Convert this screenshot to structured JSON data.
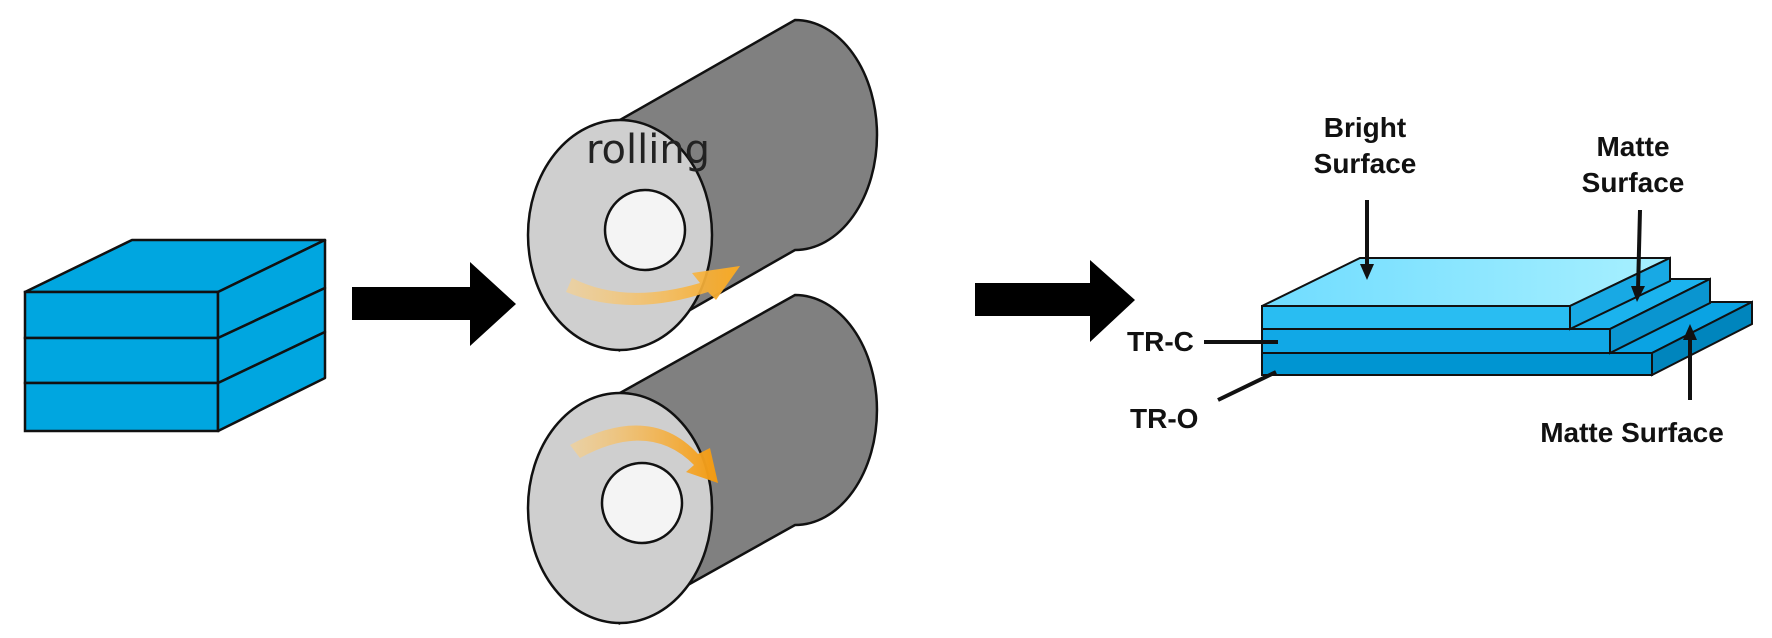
{
  "diagram": {
    "rolling_label": "rolling",
    "bright_surface_line1": "Bright",
    "bright_surface_line2": "Surface",
    "matte_surface_top_line1": "Matte",
    "matte_surface_top_line2": "Surface",
    "matte_surface_bottom": "Matte Surface",
    "tr_c_label": "TR-C",
    "tr_o_label": "TR-O"
  },
  "colors": {
    "stack_blue": "#00a6e0",
    "roller_body": "#808080",
    "roller_face": "#cfcfcf",
    "rotation_arrow": "#f7a823",
    "foil_top": "#7fe4ff",
    "foil_mid": "#1ab2ef",
    "foil_low": "#0090cc",
    "arrow": "#000000"
  }
}
